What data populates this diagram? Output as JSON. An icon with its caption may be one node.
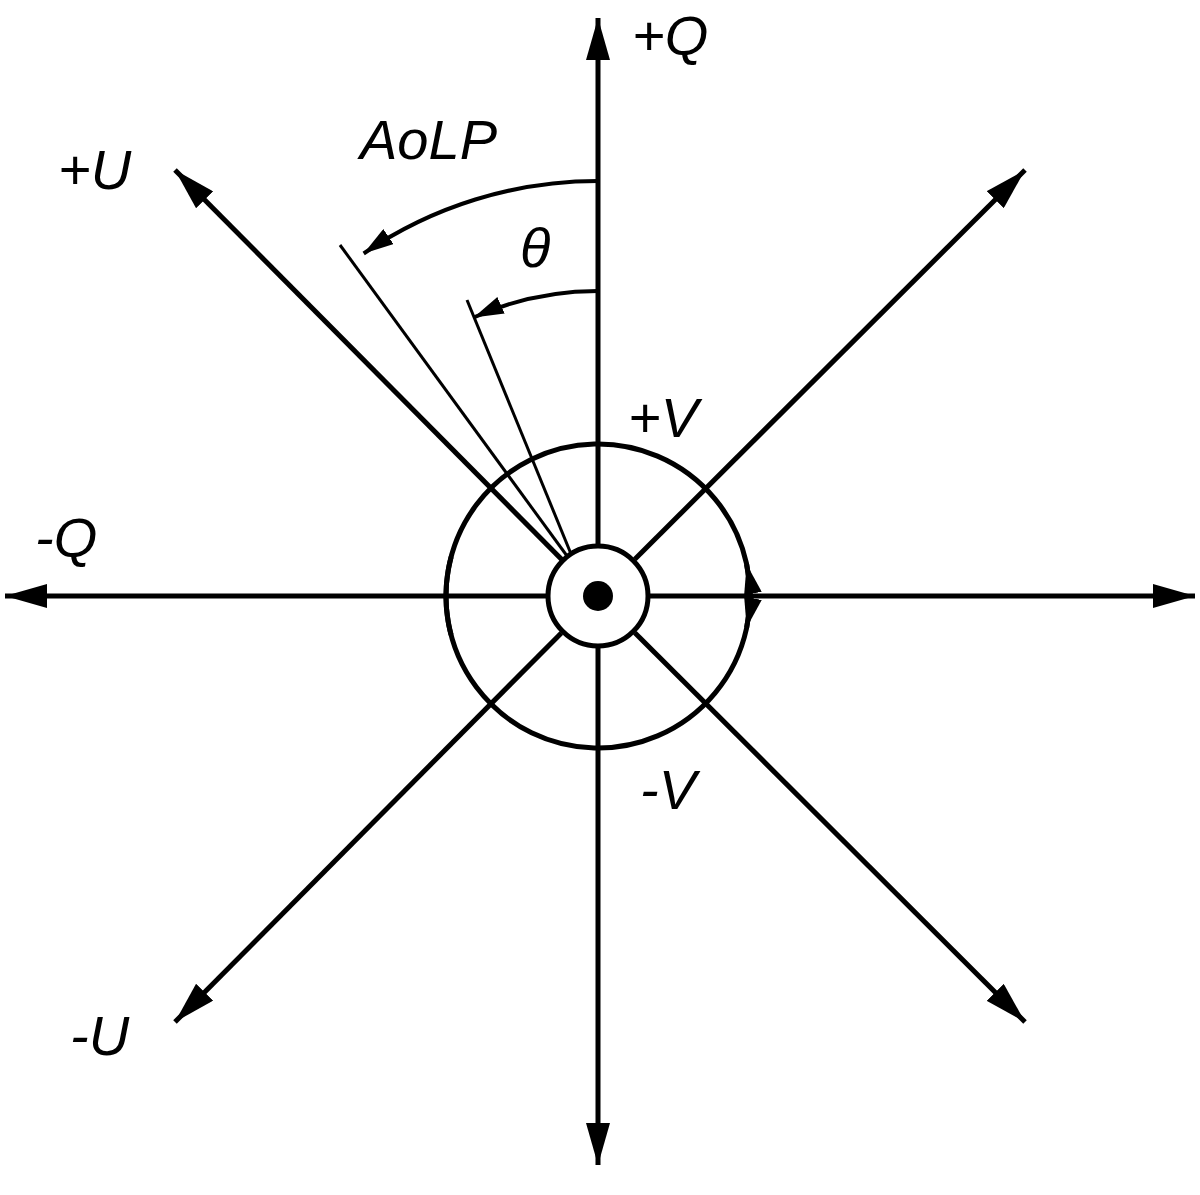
{
  "diagram": {
    "labels": [
      "+Q",
      "AoLP",
      "+U",
      "θ",
      "+V",
      "-Q",
      "-V",
      "-U"
    ]
  }
}
